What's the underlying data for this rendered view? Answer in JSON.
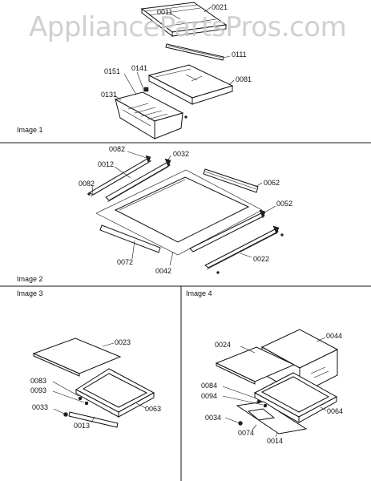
{
  "watermark": "AppliancePartsPros.com",
  "sections": {
    "image1": {
      "caption": "Image 1"
    },
    "image2": {
      "caption": "Image 2"
    },
    "image3": {
      "caption": "Image 3"
    },
    "image4": {
      "caption": "Image 4"
    }
  },
  "labels": {
    "p0011": "0011",
    "p0021": "0021",
    "p0111": "0111",
    "p0081": "0081",
    "p0151": "0151",
    "p0141": "0141",
    "p0131": "0131",
    "p0082a": "0082",
    "p0032": "0032",
    "p0012": "0012",
    "p0062": "0062",
    "p0082b": "0082",
    "p0052": "0052",
    "p0022": "0022",
    "p0072": "0072",
    "p0042": "0042",
    "p0023": "0023",
    "p0083": "0083",
    "p0093": "0093",
    "p0033": "0033",
    "p0063": "0063",
    "p0013": "0013",
    "p0044": "0044",
    "p0024": "0024",
    "p0084": "0084",
    "p0094": "0094",
    "p0034": "0034",
    "p0064": "0064",
    "p0074": "0074",
    "p0014": "0014"
  }
}
